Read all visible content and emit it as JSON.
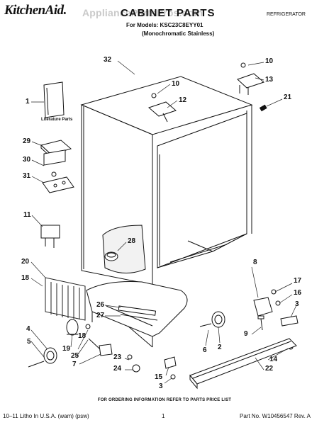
{
  "header": {
    "brand": "KitchenAid.",
    "watermark": "AppliancePartsPros.com",
    "title": "CABINET PARTS",
    "models_line1": "For Models: KSC23C8EYY01",
    "models_line2": "(Monochromatic Stainless)",
    "category": "REFRIGERATOR"
  },
  "callouts": [
    {
      "id": "32",
      "text": "32"
    },
    {
      "id": "10a",
      "text": "10"
    },
    {
      "id": "13",
      "text": "13"
    },
    {
      "id": "1",
      "text": "1"
    },
    {
      "id": "10b",
      "text": "10"
    },
    {
      "id": "12",
      "text": "12"
    },
    {
      "id": "21",
      "text": "21"
    },
    {
      "id": "29",
      "text": "29"
    },
    {
      "id": "30",
      "text": "30"
    },
    {
      "id": "31",
      "text": "31"
    },
    {
      "id": "11",
      "text": "11"
    },
    {
      "id": "28",
      "text": "28"
    },
    {
      "id": "20",
      "text": "20"
    },
    {
      "id": "18a",
      "text": "18"
    },
    {
      "id": "8",
      "text": "8"
    },
    {
      "id": "17",
      "text": "17"
    },
    {
      "id": "16",
      "text": "16"
    },
    {
      "id": "3a",
      "text": "3"
    },
    {
      "id": "26",
      "text": "26"
    },
    {
      "id": "27",
      "text": "27"
    },
    {
      "id": "9",
      "text": "9"
    },
    {
      "id": "4",
      "text": "4"
    },
    {
      "id": "18b",
      "text": "18"
    },
    {
      "id": "5",
      "text": "5"
    },
    {
      "id": "19",
      "text": "19"
    },
    {
      "id": "25",
      "text": "25"
    },
    {
      "id": "7",
      "text": "7"
    },
    {
      "id": "6",
      "text": "6"
    },
    {
      "id": "2",
      "text": "2"
    },
    {
      "id": "23",
      "text": "23"
    },
    {
      "id": "24",
      "text": "24"
    },
    {
      "id": "15",
      "text": "15"
    },
    {
      "id": "14",
      "text": "14"
    },
    {
      "id": "22",
      "text": "22"
    },
    {
      "id": "3b",
      "text": "3"
    }
  ],
  "literature_label": "Literature Parts",
  "footer": {
    "note": "FOR ORDERING INFORMATION REFER TO PARTS PRICE LIST",
    "left": "10–11 Litho In U.S.A. (wam) (psw)",
    "page": "1",
    "part_no": "Part No. W10456547 Rev. A"
  }
}
